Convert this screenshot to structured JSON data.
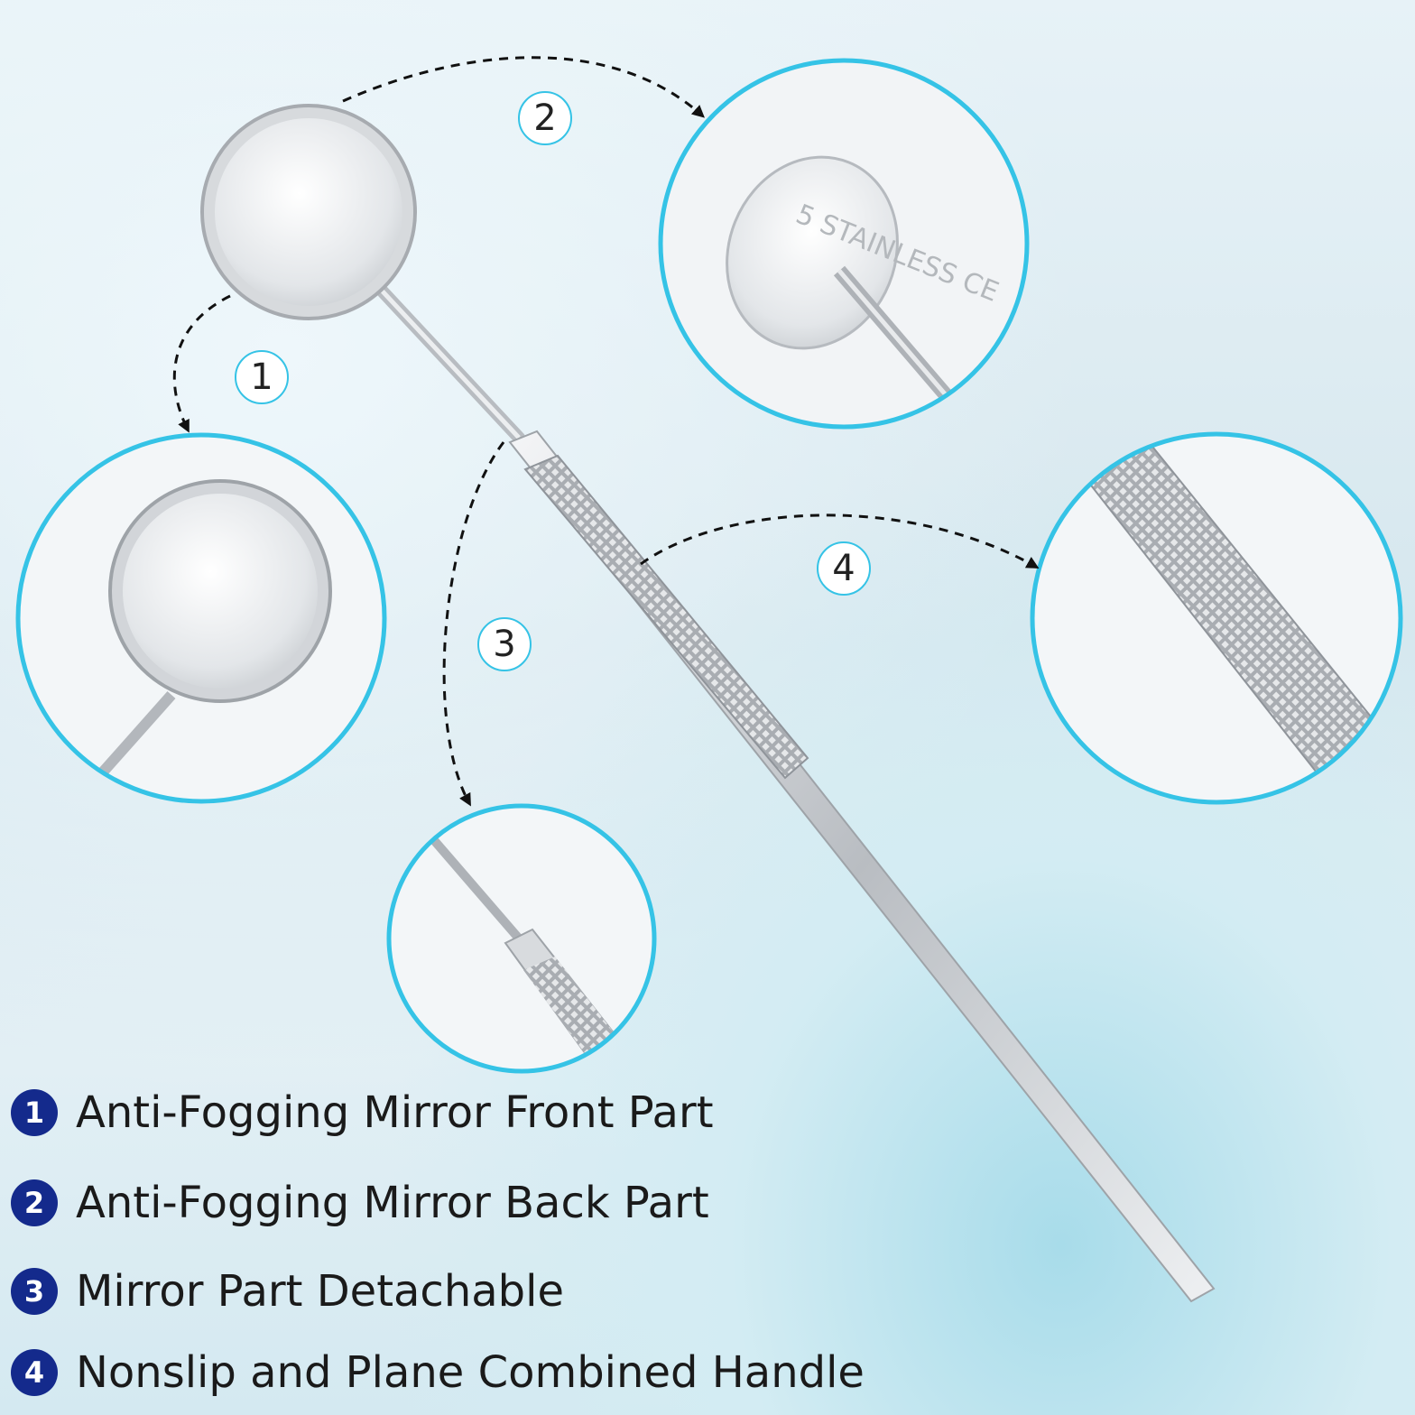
{
  "callouts": [
    "1",
    "2",
    "3",
    "4"
  ],
  "mirror_stamp": "5 STAINLESS CE",
  "legend": [
    {
      "num": "1",
      "text": "Anti-Fogging Mirror Front Part"
    },
    {
      "num": "2",
      "text": "Anti-Fogging Mirror Back Part"
    },
    {
      "num": "3",
      "text": "Mirror Part Detachable"
    },
    {
      "num": "4",
      "text": "Nonslip and Plane Combined Handle"
    }
  ],
  "colors": {
    "accent": "#35c3e6",
    "badge": "#142a8c",
    "steel": "#c9ccd0"
  }
}
